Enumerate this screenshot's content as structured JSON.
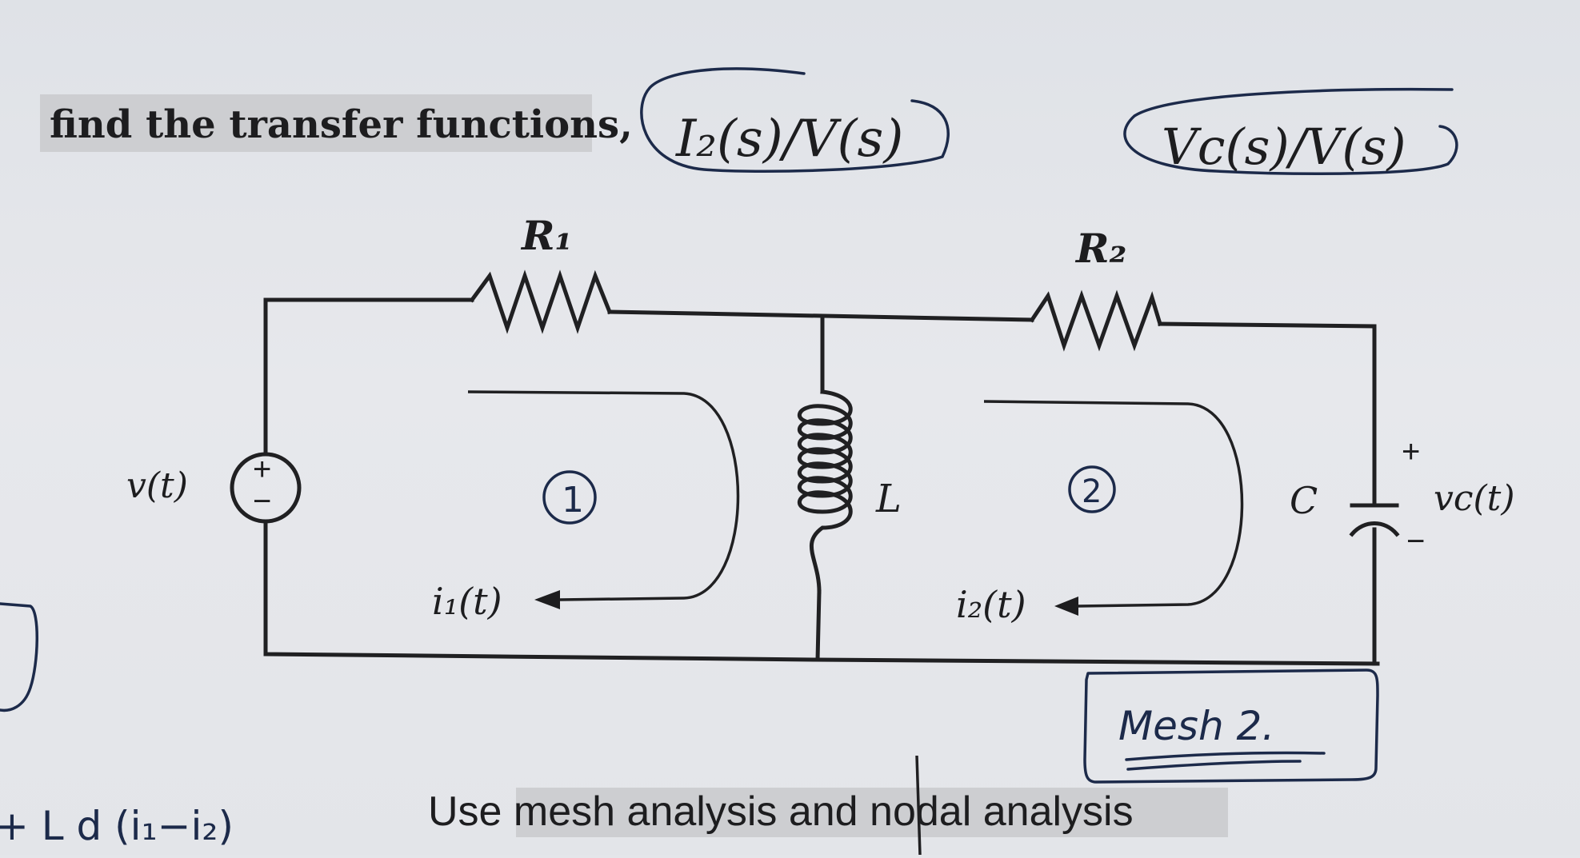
{
  "header": {
    "instruction": "find the transfer functions,",
    "tf1": "I₂(s)/V(s)",
    "tf2": "Vc(s)/V(s)"
  },
  "circuit": {
    "source_label": "v(t)",
    "source_plus": "+",
    "source_minus": "−",
    "r1_label": "R₁",
    "r2_label": "R₂",
    "inductor_label": "L",
    "capacitor_label": "C",
    "cap_voltage_label": "vc(t)",
    "cap_plus": "+",
    "cap_minus": "−",
    "mesh1_current": "i₁(t)",
    "mesh2_current": "i₂(t)",
    "mesh1_marker": "1",
    "mesh2_marker": "2"
  },
  "notes": {
    "mesh_note": "Mesh 2.",
    "bottom_instruction": "Use mesh analysis and nodal analysis",
    "margin_scribble": "+ L d (i₁−i₂)"
  }
}
